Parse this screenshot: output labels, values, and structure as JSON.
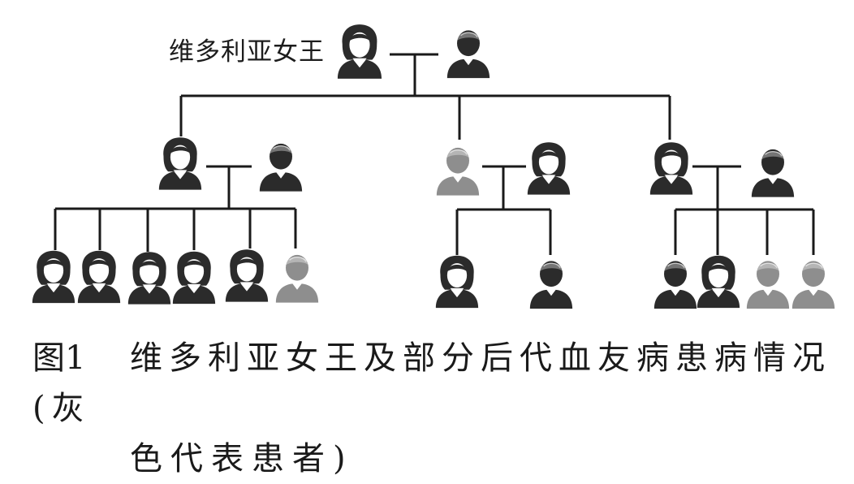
{
  "diagram": {
    "root_label": "维多利亚女王",
    "colors": {
      "unaffected": "#2b2b2b",
      "affected": "#8e8e8e",
      "line": "#1a1a1a"
    },
    "legend_semantics": {
      "gray": "affected (hemophilia patient)",
      "black": "unaffected"
    },
    "people": [
      {
        "id": "victoria",
        "sex": "female",
        "affected": false,
        "icon": "woman-icon"
      },
      {
        "id": "victoria-husband",
        "sex": "male",
        "affected": false,
        "icon": "man-icon"
      },
      {
        "id": "c1",
        "sex": "female",
        "affected": false,
        "icon": "woman-icon"
      },
      {
        "id": "c1-spouse",
        "sex": "male",
        "affected": false,
        "icon": "man-icon"
      },
      {
        "id": "c2",
        "sex": "male",
        "affected": true,
        "icon": "man-icon"
      },
      {
        "id": "c2-spouse",
        "sex": "female",
        "affected": false,
        "icon": "woman-icon"
      },
      {
        "id": "c3",
        "sex": "female",
        "affected": false,
        "icon": "woman-icon"
      },
      {
        "id": "c3-spouse",
        "sex": "male",
        "affected": false,
        "icon": "man-icon"
      },
      {
        "id": "g1",
        "sex": "female",
        "affected": false,
        "icon": "woman-icon"
      },
      {
        "id": "g2",
        "sex": "female",
        "affected": false,
        "icon": "woman-icon"
      },
      {
        "id": "g3",
        "sex": "female",
        "affected": false,
        "icon": "woman-icon"
      },
      {
        "id": "g4",
        "sex": "female",
        "affected": false,
        "icon": "woman-icon"
      },
      {
        "id": "g5",
        "sex": "female",
        "affected": false,
        "icon": "woman-icon"
      },
      {
        "id": "g6",
        "sex": "male",
        "affected": true,
        "icon": "man-icon"
      },
      {
        "id": "g7",
        "sex": "female",
        "affected": false,
        "icon": "woman-icon"
      },
      {
        "id": "g8",
        "sex": "male",
        "affected": false,
        "icon": "man-icon"
      },
      {
        "id": "g9",
        "sex": "male",
        "affected": false,
        "icon": "man-icon"
      },
      {
        "id": "g10",
        "sex": "female",
        "affected": false,
        "icon": "woman-icon"
      },
      {
        "id": "g11",
        "sex": "male",
        "affected": true,
        "icon": "man-icon"
      },
      {
        "id": "g12",
        "sex": "male",
        "affected": true,
        "icon": "man-icon"
      }
    ]
  },
  "caption": {
    "figure_number": "图1",
    "text_line1": "维多利亚女王及部分后代血友病患病情况(灰",
    "text_line2": "色代表患者)"
  }
}
